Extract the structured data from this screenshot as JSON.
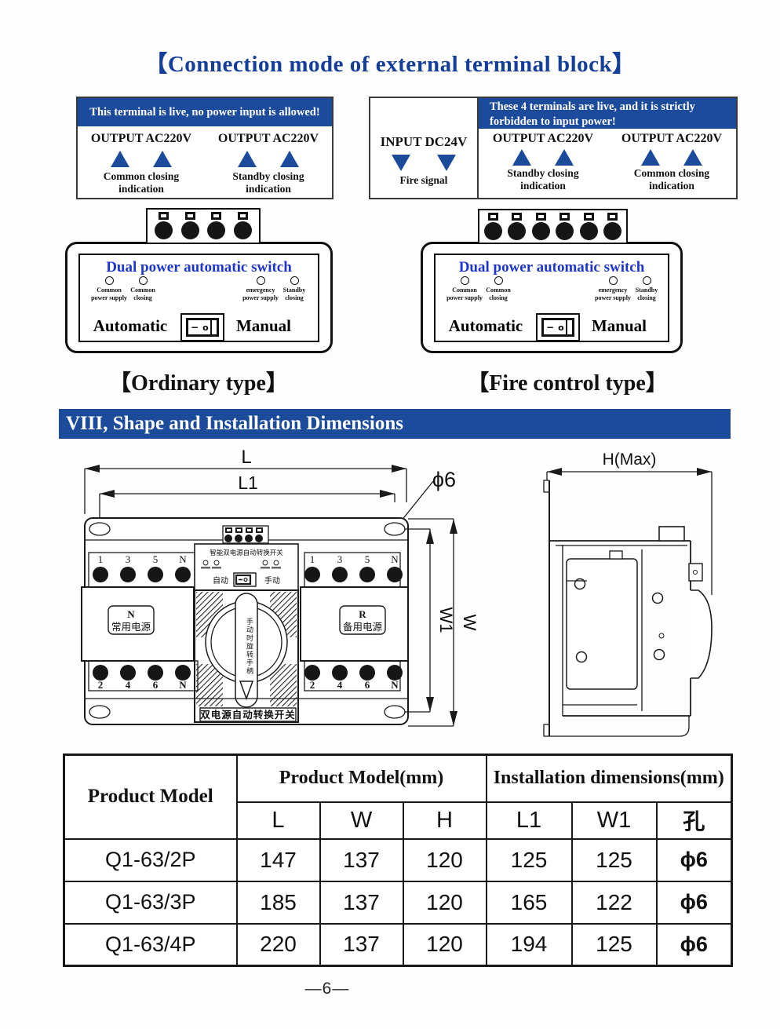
{
  "page": {
    "title": "【Connection mode of external terminal block】",
    "section_header": "VIII, Shape and Installation Dimensions",
    "page_number": "—6—"
  },
  "colors": {
    "banner_blue": "#1c4b9c",
    "title_blue": "#143e9a",
    "switch_label_blue": "#1d35d0"
  },
  "ordinary_panel": {
    "warning": "This terminal is live, no power input is allowed!",
    "groups": [
      {
        "title": "OUTPUT AC220V",
        "caption_line1": "Common closing",
        "caption_line2": "indication"
      },
      {
        "title": "OUTPUT AC220V",
        "caption_line1": "Standby closing",
        "caption_line2": "indication"
      }
    ]
  },
  "fire_panel": {
    "input_title": "INPUT DC24V",
    "input_caption": "Fire signal",
    "warning_line1": "These 4 terminals are live, and it is strictly",
    "warning_line2": "forbidden to input power!",
    "groups": [
      {
        "title": "OUTPUT AC220V",
        "caption_line1": "Standby closing",
        "caption_line2": "indication"
      },
      {
        "title": "OUTPUT AC220V",
        "caption_line1": "Common closing",
        "caption_line2": "indication"
      }
    ]
  },
  "device_panel": {
    "title": "Dual power automatic switch",
    "indicators": [
      {
        "line1": "Common",
        "line2": "power supply"
      },
      {
        "line1": "Common",
        "line2": "closing"
      },
      {
        "line1": "emergency",
        "line2": "power supply"
      },
      {
        "line1": "Standby",
        "line2": "closing"
      }
    ],
    "automatic_label": "Automatic",
    "manual_label": "Manual",
    "rocker_dash": "−",
    "rocker_o": "o"
  },
  "type_captions": {
    "ordinary": "【Ordinary type】",
    "fire": "【Fire control type】"
  },
  "drawing": {
    "dim_L": "L",
    "dim_L1": "L1",
    "dim_phi": "ϕ6",
    "dim_W": "W",
    "dim_W1": "W1",
    "dim_H": "H(Max)",
    "top_terminals": [
      "1",
      "3",
      "5",
      "N"
    ],
    "bottom_terminals": [
      "2",
      "4",
      "6",
      "N"
    ],
    "panel_title": "智能双电源自动转换开关",
    "auto_label": "自动",
    "manual_label": "手动",
    "left_block_line1": "N",
    "left_block_line2": "常用电源",
    "right_block_line1": "R",
    "right_block_line2": "备用电源",
    "handle_text": "手动时旋转手柄",
    "bottom_label": "双电源自动转换开关"
  },
  "table": {
    "header_model": "Product Model",
    "header_product": "Product Model(mm)",
    "header_install": "Installation dimensions(mm)",
    "columns": [
      "L",
      "W",
      "H",
      "L1",
      "W1",
      "孔"
    ],
    "rows": [
      {
        "model": "Q1-63/2P",
        "values": [
          "147",
          "137",
          "120",
          "125",
          "125",
          "ϕ6"
        ]
      },
      {
        "model": "Q1-63/3P",
        "values": [
          "185",
          "137",
          "120",
          "165",
          "122",
          "ϕ6"
        ]
      },
      {
        "model": "Q1-63/4P",
        "values": [
          "220",
          "137",
          "120",
          "194",
          "125",
          "ϕ6"
        ]
      }
    ]
  }
}
